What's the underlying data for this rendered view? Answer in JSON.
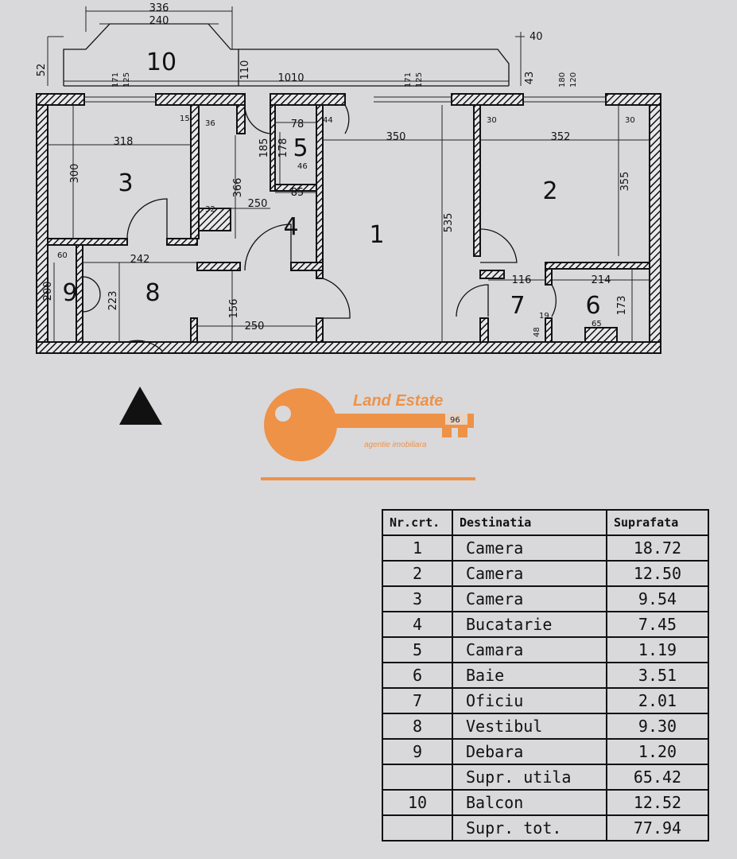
{
  "floor_plan": {
    "rooms": [
      "1",
      "2",
      "3",
      "4",
      "5",
      "6",
      "7",
      "8",
      "9",
      "10"
    ],
    "dimensions": {
      "balcony_outer": "336",
      "balcony_inner": "240",
      "balcony_depth_left": "52",
      "balcony_wall": "110",
      "balcony_length": "1010",
      "balcony_right_40": "40",
      "balcony_right_43": "43",
      "room3_width": "318",
      "room3_depth": "300",
      "hall_width": "366",
      "kitchen_width": "250",
      "room1_width": "350",
      "room1_depth": "535",
      "room2_width": "352",
      "room2_depth": "355",
      "pantry_185": "185",
      "pantry_178": "178",
      "pantry_78": "78",
      "pantry_85": "85",
      "vest_width": "242",
      "vest_depth": "223",
      "storage_depth": "200",
      "storage_60": "60",
      "corridor_156": "156",
      "corridor_250": "250",
      "office_116": "116",
      "bath_214": "214",
      "bath_173": "173",
      "small_171": "171",
      "small_125": "125",
      "small_15": "15",
      "small_36": "36",
      "small_44": "44",
      "small_46": "46",
      "small_30": "30",
      "small_180": "180",
      "small_120": "120",
      "small_65": "65",
      "small_48": "48",
      "small_19": "19",
      "small_32": "32"
    }
  },
  "logo": {
    "name": "Land Estate",
    "tagline": "agentie imobiliara",
    "mark": "96",
    "color": "#f08c3c"
  },
  "table": {
    "headers": [
      "Nr.crt.",
      "Destinatia",
      "Suprafata"
    ],
    "rows": [
      {
        "nr": "1",
        "dest": "Camera",
        "sup": "18.72"
      },
      {
        "nr": "2",
        "dest": "Camera",
        "sup": "12.50"
      },
      {
        "nr": "3",
        "dest": "Camera",
        "sup": "9.54"
      },
      {
        "nr": "4",
        "dest": "Bucatarie",
        "sup": "7.45"
      },
      {
        "nr": "5",
        "dest": "Camara",
        "sup": "1.19"
      },
      {
        "nr": "6",
        "dest": "Baie",
        "sup": "3.51"
      },
      {
        "nr": "7",
        "dest": "Oficiu",
        "sup": "2.01"
      },
      {
        "nr": "8",
        "dest": "Vestibul",
        "sup": "9.30"
      },
      {
        "nr": "9",
        "dest": "Debara",
        "sup": "1.20"
      },
      {
        "nr": "",
        "dest": "Supr. utila",
        "sup": "65.42"
      },
      {
        "nr": "10",
        "dest": "Balcon",
        "sup": "12.52"
      },
      {
        "nr": "",
        "dest": "Supr. tot.",
        "sup": "77.94"
      }
    ]
  }
}
